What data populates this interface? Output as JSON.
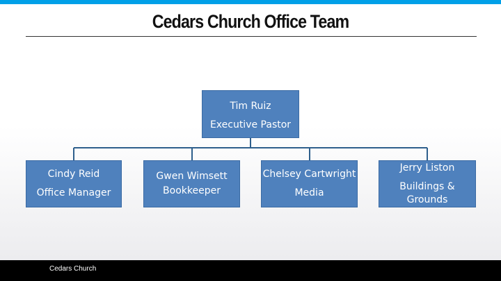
{
  "slide": {
    "title": "Cedars Church Office Team",
    "footer": "Cedars Church"
  },
  "org_chart": {
    "root": {
      "name": "Tim Ruiz",
      "role": "Executive Pastor"
    },
    "children": [
      {
        "name": "Cindy Reid",
        "role": "Office Manager"
      },
      {
        "name": "Gwen Wimsett",
        "role": "Bookkeeper"
      },
      {
        "name": "Chelsey Cartwright",
        "role": "Media"
      },
      {
        "name": "Jerry Liston",
        "role_line1": "Buildings &",
        "role_line2": "Grounds"
      }
    ]
  },
  "colors": {
    "accent_bar": "#00a0e8",
    "box_fill": "#4f81bd",
    "connector": "#2e5f8c",
    "footer_bg": "#000000"
  }
}
